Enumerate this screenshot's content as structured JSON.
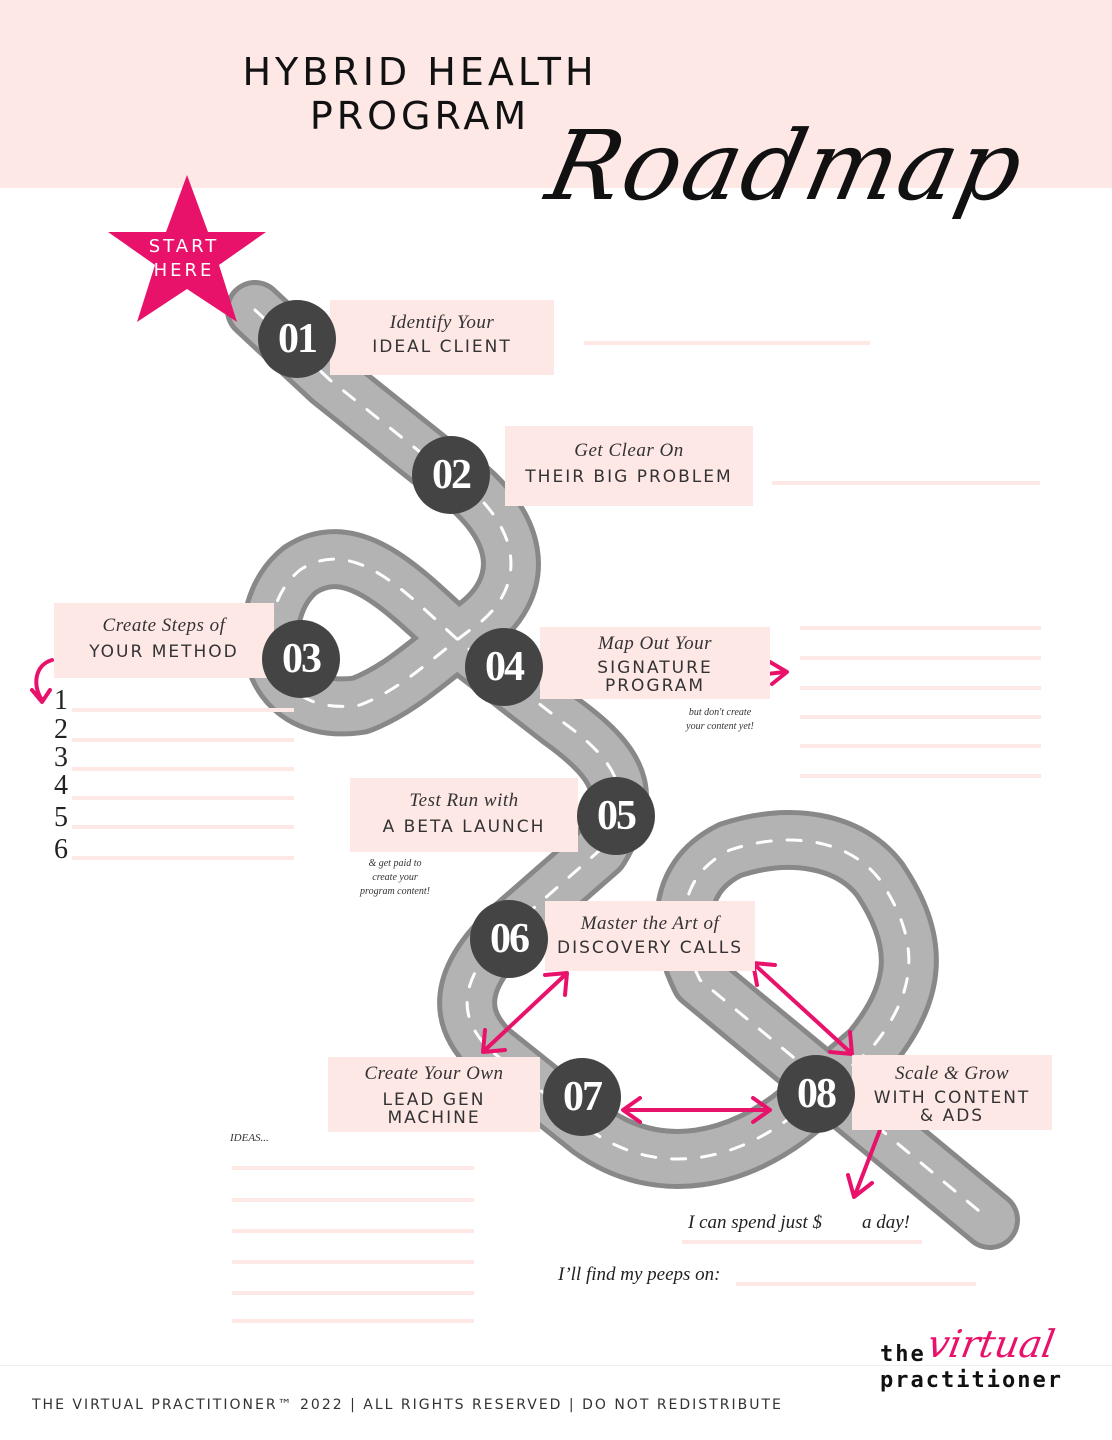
{
  "header": {
    "title_line1": "HYBRID HEALTH",
    "title_line2": "PROGRAM",
    "script_word": "Roadmap"
  },
  "start_badge": {
    "line1": "START",
    "line2": "HERE",
    "color": "#e8126b"
  },
  "steps": [
    {
      "num": "01",
      "top": "Identify Your",
      "bottom": "IDEAL CLIENT"
    },
    {
      "num": "02",
      "top": "Get Clear On",
      "bottom": "THEIR BIG PROBLEM"
    },
    {
      "num": "03",
      "top": "Create Steps of",
      "bottom": "YOUR METHOD"
    },
    {
      "num": "04",
      "top": "Map Out Your",
      "bottom1": "SIGNATURE",
      "bottom2": "PROGRAM"
    },
    {
      "num": "05",
      "top": "Test Run with",
      "bottom": "A BETA LAUNCH"
    },
    {
      "num": "06",
      "top": "Master the Art of",
      "bottom": "DISCOVERY CALLS"
    },
    {
      "num": "07",
      "top": "Create Your Own",
      "bottom1": "LEAD GEN",
      "bottom2": "MACHINE"
    },
    {
      "num": "08",
      "top": "Scale & Grow",
      "bottom1": "WITH CONTENT",
      "bottom2": "& ADS"
    }
  ],
  "notes": {
    "signature_note_1": "but don't create",
    "signature_note_2": "your content yet!",
    "beta_note_1": "& get paid to",
    "beta_note_2": "create your",
    "beta_note_3": "program content!",
    "ideas": "IDEAS...",
    "spend_pre": "I can spend just $",
    "spend_post": "a day!",
    "peeps": "I’ll find my peeps on:"
  },
  "method_numbers": [
    "1",
    "2",
    "3",
    "4",
    "5",
    "6"
  ],
  "logo": {
    "the": "the",
    "virtual": "virtual",
    "practitioner": "practitioner"
  },
  "footer": "THE VIRTUAL PRACTITIONER™ 2022 | ALL RIGHTS RESERVED | DO NOT REDISTRIBUTE",
  "colors": {
    "accent": "#e8126b",
    "blush": "#fde8e6",
    "road": "#aaaaaa",
    "circle": "#444444"
  }
}
